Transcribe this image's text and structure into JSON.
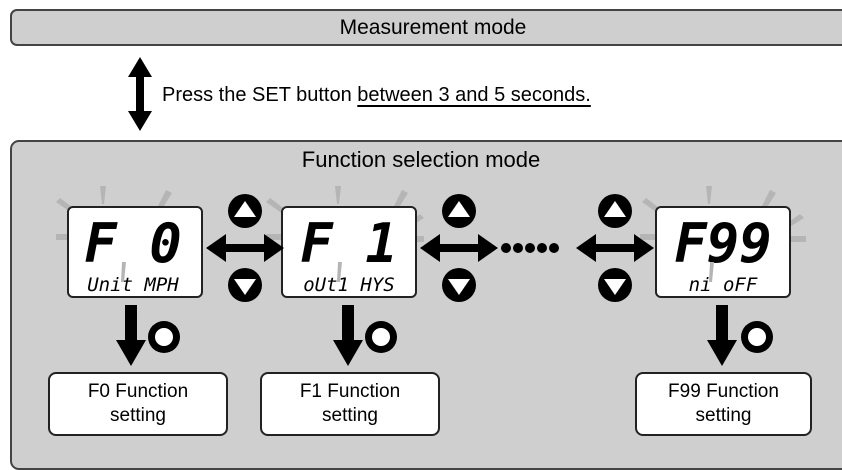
{
  "measurement_mode": {
    "label": "Measurement mode"
  },
  "instruction": {
    "prefix": "Press the SET button ",
    "underlined": "between 3 and 5 seconds."
  },
  "function_selection_mode": {
    "title": "Function selection mode"
  },
  "displays": [
    {
      "main": "F 0",
      "sub": "Unit MPH"
    },
    {
      "main": "F 1",
      "sub": "oUt1 HYS"
    },
    {
      "main": "F99",
      "sub": "ni    oFF"
    }
  ],
  "settings": [
    {
      "line1": "F0 Function",
      "line2": "setting"
    },
    {
      "line1": "F1 Function",
      "line2": "setting"
    },
    {
      "line1": "F99 Function",
      "line2": "setting"
    }
  ],
  "colors": {
    "panel": "#cfcfcf",
    "border": "#444444",
    "lcd": "#ffffff",
    "ink": "#000000"
  }
}
